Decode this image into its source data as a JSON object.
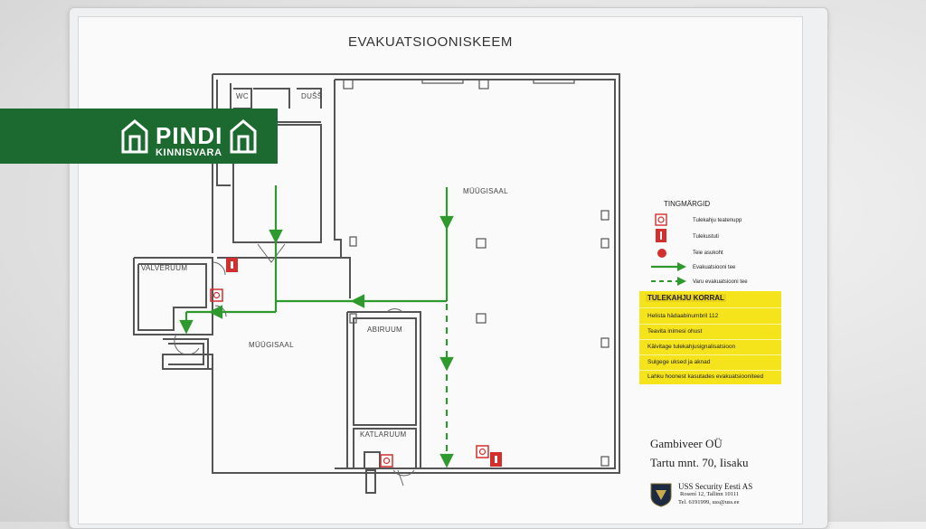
{
  "plan_title": "EVAKUATSIOONISKEEM",
  "brand": {
    "name": "PINDI",
    "sub": "KINNISVARA"
  },
  "rooms": {
    "wc": "WC",
    "dush": "DUŠŠ",
    "valveruum": "VALVERUUM",
    "myygisaal_top": "MÜÜGISAAL",
    "myygisaal_bottom": "MÜÜGISAAL",
    "abiruum": "ABIRUUM",
    "katlaruum": "KATLARUUM"
  },
  "legend": {
    "title": "TINGMÄRGID",
    "items": [
      {
        "label": "Tulekahju teatenupp",
        "icon": "fire-alarm-button-icon"
      },
      {
        "label": "Tulekustuti",
        "icon": "fire-extinguisher-icon"
      },
      {
        "label": "Teie asukoht",
        "icon": "location-dot-icon"
      },
      {
        "label": "Evakuatsiooni tee",
        "icon": "solid-arrow-icon"
      },
      {
        "label": "Varu evakuatsiooni tee",
        "icon": "dashed-arrow-icon"
      }
    ]
  },
  "fire_rules": {
    "title": "TULEKAHJU KORRAL",
    "items": [
      "Helista hädaabinumbril 112",
      "Teavita inimesi ohust",
      "Käivitage tulekahjusignalisatsioon",
      "Sulgege uksed ja aknad",
      "Lahku hoonest kasutades evakuatsiooniteed"
    ]
  },
  "company": {
    "name": "Gambiveer OÜ",
    "address": "Tartu mnt. 70, Iisaku"
  },
  "security": {
    "name": "USS Security Eesti AS",
    "address": "Rosení 12, Tallinn 10111",
    "contact": "Tel. 6191999, uss@uss.ee"
  },
  "colors": {
    "route_green": "#2e9a2e",
    "banner_green": "#1d6a30",
    "alarm_red": "#d32f2f",
    "rules_yellow": "#f5e31b"
  }
}
